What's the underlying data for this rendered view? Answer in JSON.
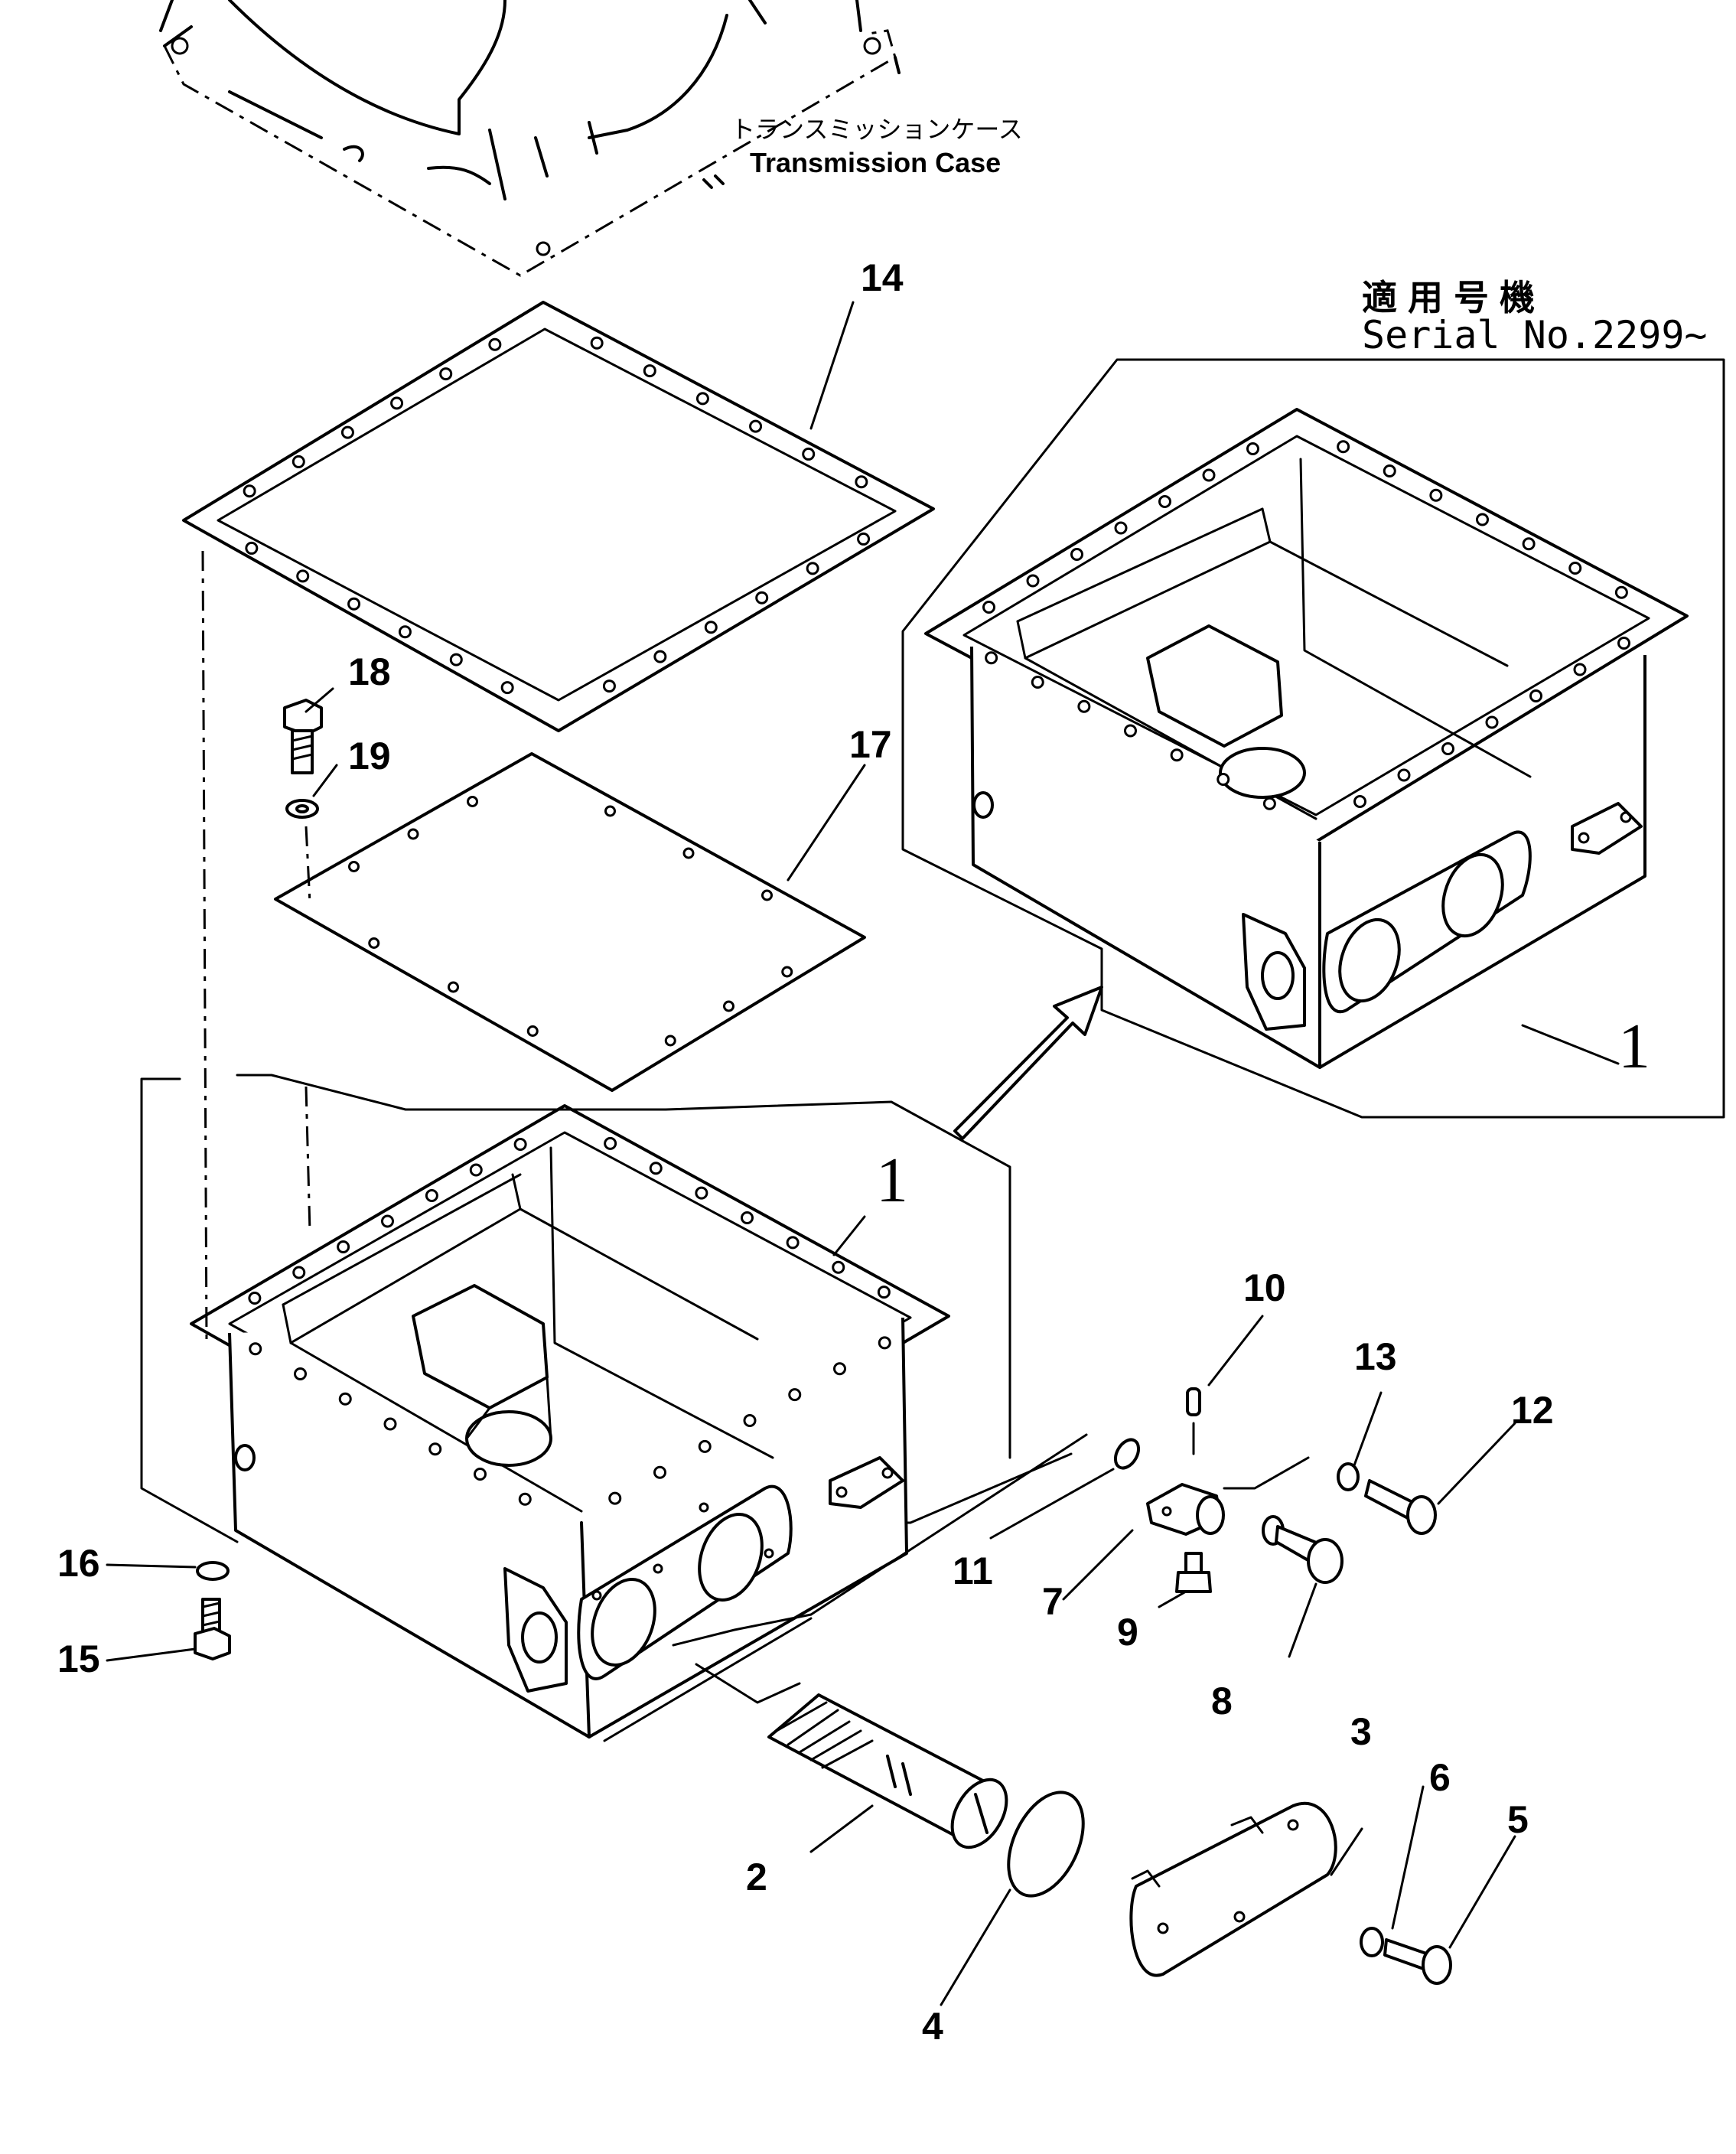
{
  "reference": {
    "transmission_case_jp": "トランスミッションケース",
    "transmission_case_en": "Transmission Case"
  },
  "inset": {
    "applicable_jp": "適用号機",
    "serial": "Serial No.2299~"
  },
  "callouts": {
    "p1": "1",
    "p1_inset": "1",
    "p2": "2",
    "p3": "3",
    "p4": "4",
    "p5": "5",
    "p6": "6",
    "p7": "7",
    "p8": "8",
    "p9": "9",
    "p10": "10",
    "p11": "11",
    "p12": "12",
    "p13": "13",
    "p14": "14",
    "p15": "15",
    "p16": "16",
    "p17": "17",
    "p18": "18",
    "p19": "19"
  },
  "parts": [
    {
      "no": "1",
      "name": "case"
    },
    {
      "no": "2",
      "name": "strainer"
    },
    {
      "no": "3",
      "name": "cover"
    },
    {
      "no": "4",
      "name": "o-ring"
    },
    {
      "no": "5",
      "name": "bolt"
    },
    {
      "no": "6",
      "name": "washer"
    },
    {
      "no": "7",
      "name": "elbow"
    },
    {
      "no": "8",
      "name": "bolt"
    },
    {
      "no": "9",
      "name": "plug"
    },
    {
      "no": "10",
      "name": "pin"
    },
    {
      "no": "11",
      "name": "o-ring"
    },
    {
      "no": "12",
      "name": "bolt"
    },
    {
      "no": "13",
      "name": "washer"
    },
    {
      "no": "14",
      "name": "gasket"
    },
    {
      "no": "15",
      "name": "bolt"
    },
    {
      "no": "16",
      "name": "washer"
    },
    {
      "no": "17",
      "name": "gasket"
    },
    {
      "no": "18",
      "name": "bolt"
    },
    {
      "no": "19",
      "name": "washer"
    }
  ]
}
